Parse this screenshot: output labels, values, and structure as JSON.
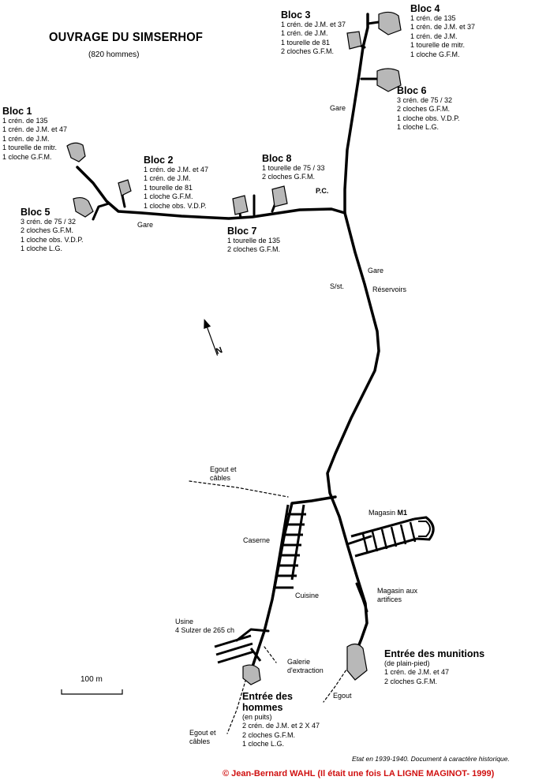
{
  "title": "OUVRAGE DU SIMSERHOF",
  "subtitle": "(820 hommes)",
  "blocs": {
    "b1": {
      "name": "Bloc 1",
      "lines": [
        "1 crén. de 135",
        "1 crén. de J.M. et 47",
        "1 crén. de J.M.",
        "1 tourelle de mitr.",
        "1 cloche G.F.M."
      ]
    },
    "b2": {
      "name": "Bloc 2",
      "lines": [
        "1 crén. de J.M. et 47",
        "1 crén. de J.M.",
        "1 tourelle de 81",
        "1 cloche G.F.M.",
        "1 cloche obs. V.D.P."
      ]
    },
    "b3": {
      "name": "Bloc 3",
      "lines": [
        "1 crén. de J.M. et 37",
        "1 crén. de J.M.",
        "1 tourelle de 81",
        "2 cloches G.F.M."
      ]
    },
    "b4": {
      "name": "Bloc 4",
      "lines": [
        "1 crén. de 135",
        "1 crén. de J.M. et 37",
        "1 crén. de J.M.",
        "1 tourelle de mitr.",
        "1 cloche G.F.M."
      ]
    },
    "b5": {
      "name": "Bloc 5",
      "lines": [
        "3 crén. de 75 / 32",
        "2 cloches G.F.M.",
        "1 cloche obs. V.D.P.",
        "1 cloche L.G."
      ]
    },
    "b6": {
      "name": "Bloc 6",
      "lines": [
        "3 crén. de 75 / 32",
        "2 cloches G.F.M.",
        "1 cloche obs. V.D.P.",
        "1 cloche L.G."
      ]
    },
    "b7": {
      "name": "Bloc 7",
      "lines": [
        "1 tourelle de 135",
        "2 cloches G.F.M."
      ]
    },
    "b8": {
      "name": "Bloc 8",
      "lines": [
        "1 tourelle de 75 / 33",
        "2 cloches G.F.M."
      ]
    }
  },
  "labels": {
    "gare": "Gare",
    "pc": "P.C.",
    "sst": "S/st.",
    "reservoirs": "Réservoirs",
    "north": "N",
    "egout_cables_1": [
      "Egout et",
      "câbles"
    ],
    "egout_cables_2": [
      "Egout et",
      "câbles"
    ],
    "egout": "Egout",
    "caserne": "Caserne",
    "cuisine": "Cuisine",
    "usine": [
      "Usine",
      "4 Sulzer de 265 ch"
    ],
    "galerie": [
      "Galerie",
      "d'extraction"
    ],
    "magasin_m1_prefix": "Magasin ",
    "magasin_m1_bold": "M1",
    "magasin_artifices": [
      "Magasin aux",
      "artifices"
    ]
  },
  "entree_munitions": {
    "name": "Entrée des munitions",
    "sub": "(de plain-pied)",
    "lines": [
      "1 crén. de J.M. et 47",
      "2 cloches G.F.M."
    ]
  },
  "entree_hommes": {
    "name": [
      "Entrée des",
      "hommes"
    ],
    "sub": "(en puits)",
    "lines": [
      "2 crén. de J.M. et 2 X 47",
      "2 cloches G.F.M.",
      "1 cloche L.G."
    ]
  },
  "scale": "100 m",
  "footnote": "Etat en 1939-1940. Document à caractère historique.",
  "copyright": "© Jean-Bernard WAHL (Il était une fois LA LIGNE MAGINOT- 1999)",
  "colors": {
    "ink": "#000000",
    "block_fill": "#b8b8b8",
    "copyright": "#d01010"
  }
}
